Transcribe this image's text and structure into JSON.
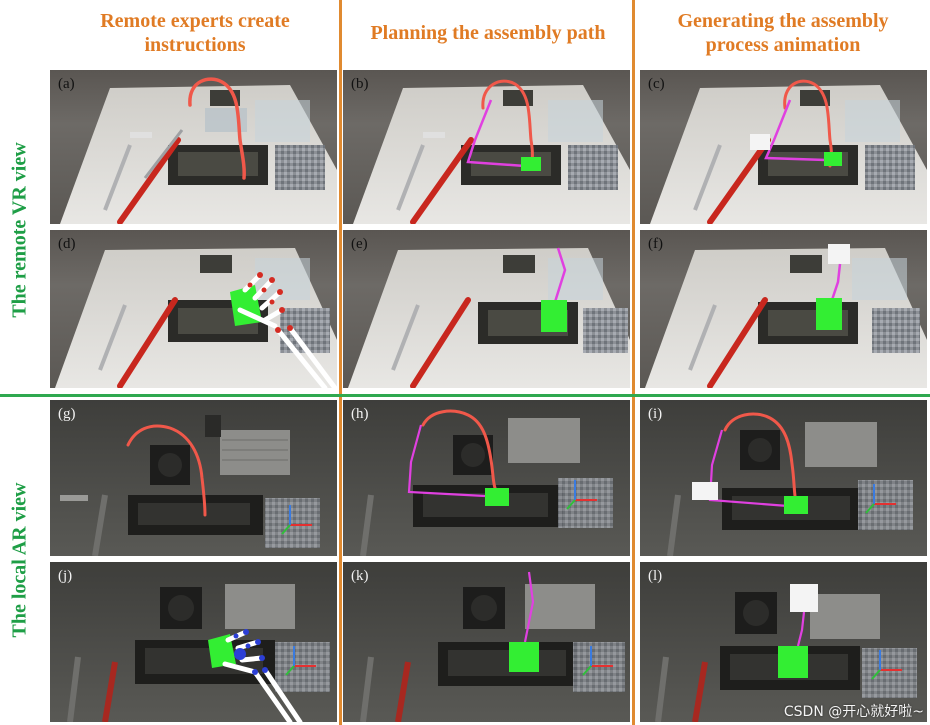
{
  "columns": [
    {
      "title_line1": "Remote experts create",
      "title_line2": "instructions"
    },
    {
      "title_line1": "Planning the assembly path",
      "title_line2": ""
    },
    {
      "title_line1": "Generating the assembly",
      "title_line2": "process animation"
    }
  ],
  "rows": [
    {
      "label": "The remote VR view"
    },
    {
      "label": "The local AR view"
    }
  ],
  "panels": [
    "(a)",
    "(b)",
    "(c)",
    "(d)",
    "(e)",
    "(f)",
    "(g)",
    "(h)",
    "(i)",
    "(j)",
    "(k)",
    "(l)"
  ],
  "watermark": "CSDN @开心就好啦~",
  "colors": {
    "title_orange": "#E07B24",
    "row_green": "#1E9E46",
    "separator_orange": "#E08A30",
    "separator_green": "#2FA84F",
    "path_red": "#F0584A",
    "path_magenta": "#E040E0",
    "part_green": "#33EE33"
  }
}
